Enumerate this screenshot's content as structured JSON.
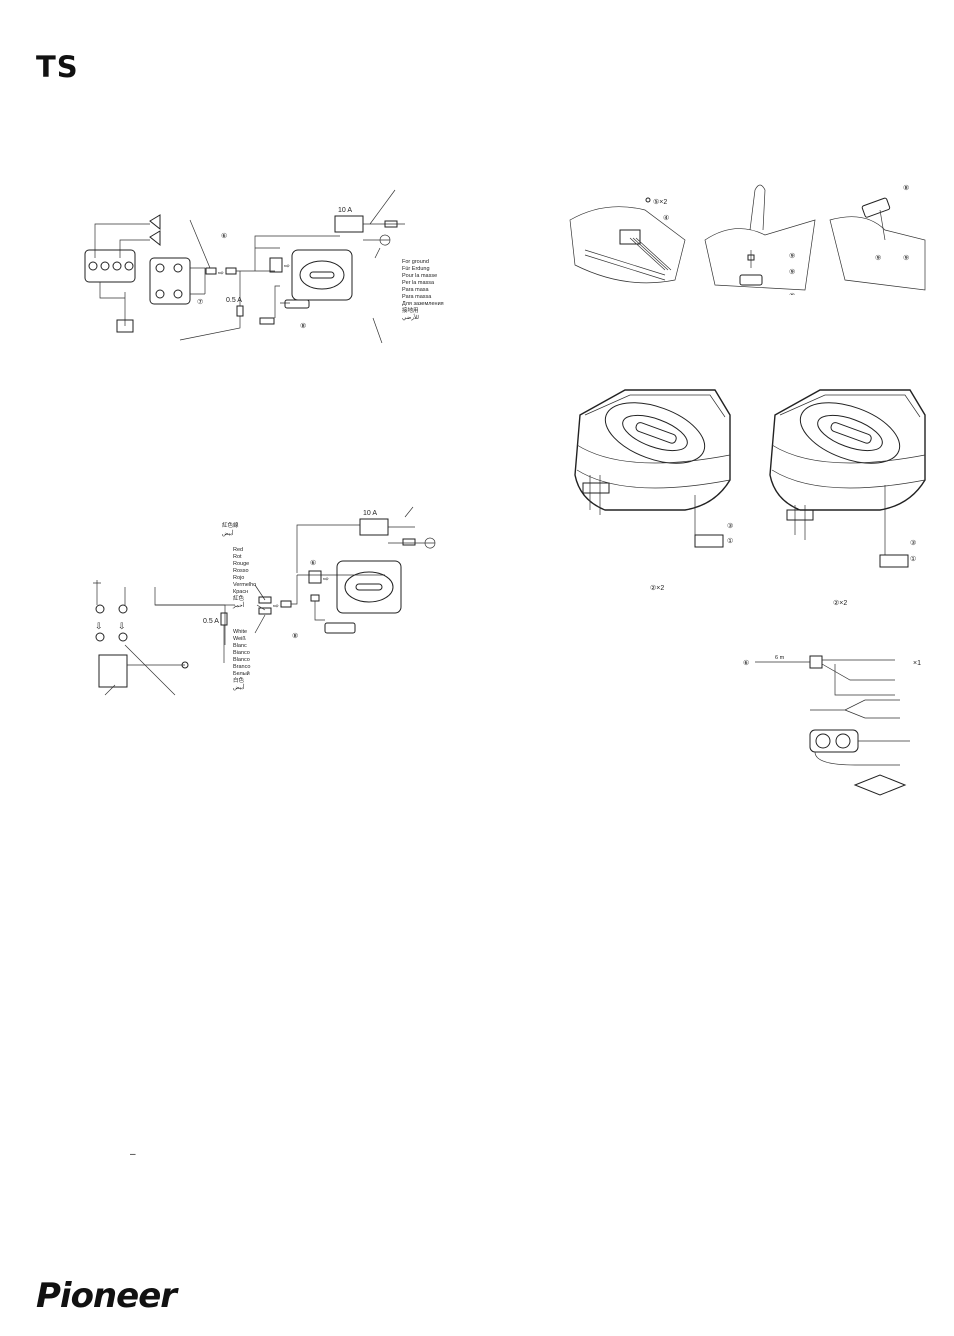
{
  "header": {
    "model": "TS"
  },
  "brand": {
    "logo_text": "Pioneer"
  },
  "dash_mark": "–",
  "diagram1": {
    "fuse": "10 A",
    "fuse_small": "0.5 A",
    "callouts": {
      "c6": "⑥",
      "c7": "⑦",
      "c8": "⑧"
    },
    "ground_labels": [
      "For ground",
      "Für Erdung",
      "Pour la masse",
      "Per la massa",
      "Para masa",
      "Para massa",
      "Для заземления",
      "接地用",
      "للأرضي"
    ]
  },
  "diagram2": {
    "fuse": "10 A",
    "fuse_small": "0.5 A",
    "callouts": {
      "c6": "⑥",
      "c8": "⑧"
    },
    "top_labels": [
      "紅色線",
      "أبيض"
    ],
    "red_labels": [
      "Red",
      "Rot",
      "Rouge",
      "Rosso",
      "Rojo",
      "Vermelho",
      "Красн",
      "紅色",
      "أحمر"
    ],
    "white_labels": [
      "White",
      "Weiß",
      "Blanc",
      "Bianco",
      "Blanco",
      "Branco",
      "Белый",
      "白色",
      "أبيض"
    ]
  },
  "install": {
    "callouts": {
      "c4": "④",
      "c5x2": "⑤×2",
      "c8": "⑧",
      "c9": "⑨"
    }
  },
  "mount": {
    "callouts": {
      "c1": "①",
      "c2x2": "②×2",
      "c3": "③"
    }
  },
  "parts": {
    "callout6": "⑥",
    "length": "6 m",
    "x1": "×1"
  }
}
